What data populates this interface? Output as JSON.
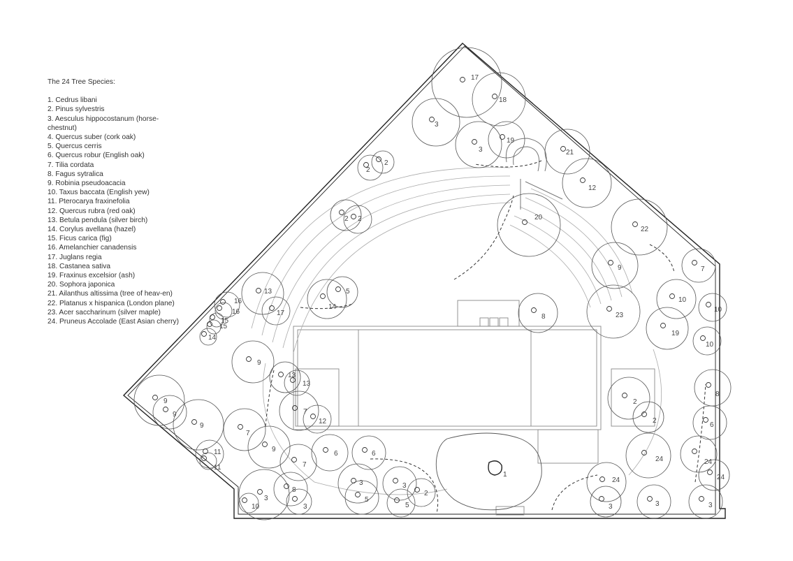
{
  "legend": {
    "title": "The 24 Tree Species:",
    "species": [
      "1. Cedrus libani",
      "2. Pinus sylvestris",
      "3. Aesculus hippocostanum (horse-chestnut)",
      "4. Quercus suber (cork oak)",
      "5. Quercus cerris",
      "6. Quercus robur (English oak)",
      "7. Tilia cordata",
      "8. Fagus sytralica",
      "9. Robinia pseudoacacia",
      "10. Taxus baccata (English yew)",
      "11. Pterocarya fraxinefolia",
      "12. Quercus rubra (red oak)",
      "13. Betula pendula (silver birch)",
      "14. Corylus avellana (hazel)",
      "15. Ficus carica (fig)",
      "16. Amelanchier canadensis",
      "17. Juglans regia",
      "18. Castanea sativa",
      "19. Fraxinus excelsior (ash)",
      "20. Sophora japonica",
      "21. Ailanthus altissima (tree of heav-en)",
      "22. Platanus x hispanica (London plane)",
      "23. Acer saccharinum (silver maple)",
      "24. Pruneus Accolade (East Asian cherry)"
    ]
  },
  "colors": {
    "line": "#555555",
    "light": "#aaaaaa",
    "boundary": "#222222"
  }
}
